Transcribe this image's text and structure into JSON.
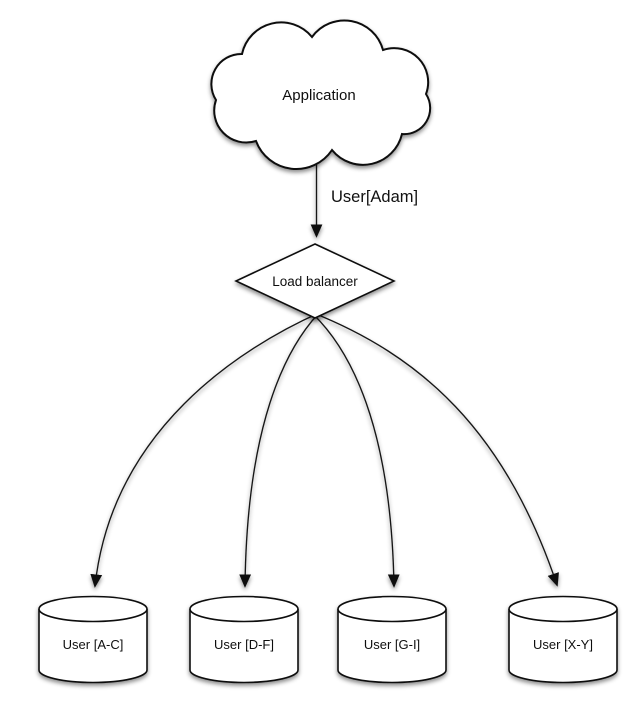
{
  "diagram": {
    "cloud": {
      "label": "Application"
    },
    "edge_app_to_balancer": {
      "label": "User[Adam]"
    },
    "balancer": {
      "label": "Load balancer"
    },
    "databases": [
      {
        "label": "User [A-C]"
      },
      {
        "label": "User [D-F]"
      },
      {
        "label": "User [G-I]"
      },
      {
        "label": "User [X-Y]"
      }
    ],
    "colors": {
      "background": "#ffffff",
      "shape_fill": "#ffffff",
      "stroke": "#111111",
      "shadow": "rgba(0,0,0,0.45)"
    }
  }
}
